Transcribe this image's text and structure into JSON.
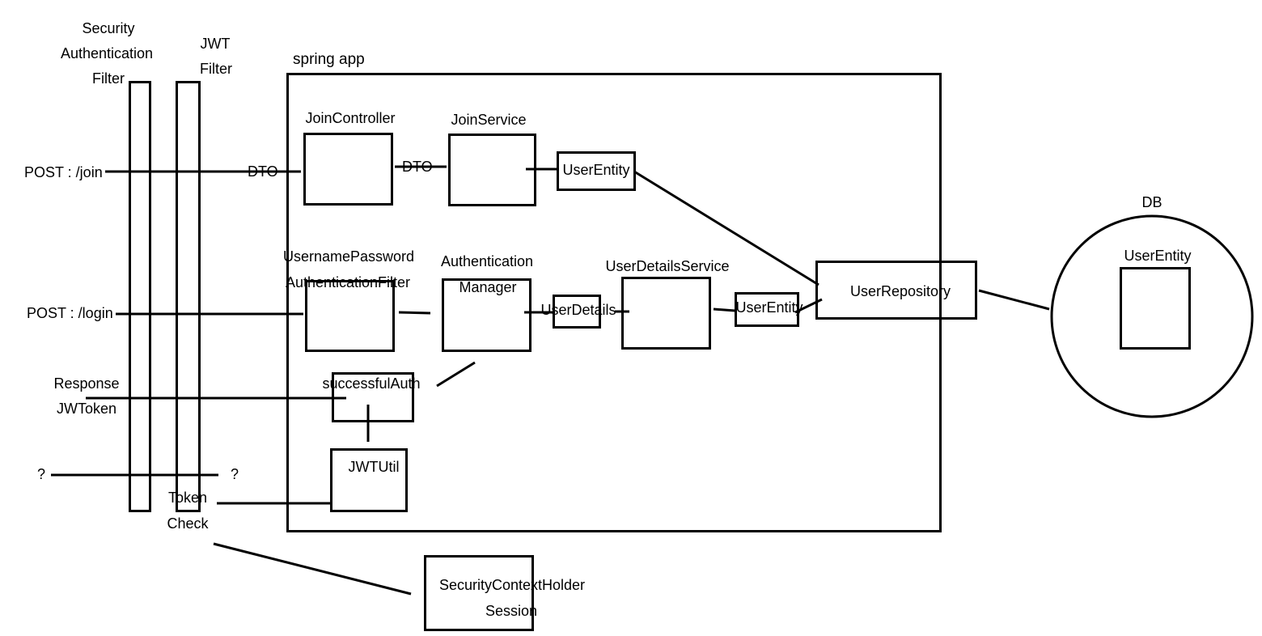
{
  "filters": {
    "security_line1": "Security",
    "security_line2": "Authentication",
    "security_line3": "Filter",
    "jwt_line1": "JWT",
    "jwt_line2": "Filter"
  },
  "requests": {
    "join": "POST : /join",
    "login": "POST : /login",
    "response_line1": "Response",
    "response_line2": "JWToken",
    "unknown_left": "?",
    "unknown_right": "?",
    "token_check_line1": "Token",
    "token_check_line2": "Check"
  },
  "app": {
    "title": "spring app",
    "join_controller": "JoinController",
    "dto_1": "DTO",
    "dto_2": "DTO",
    "join_service": "JoinService",
    "user_entity_1": "UserEntity",
    "upaf_line1": "UsernamePassword",
    "upaf_line2": "AuthenticationFilter",
    "auth_manager_line1": "Authentication",
    "auth_manager_line2": "Manager",
    "user_details": "UserDetails",
    "user_details_service": "UserDetailsService",
    "user_entity_2": "UserEntity",
    "user_repository": "UserRepository",
    "successful_auth": "successfulAuth",
    "jwt_util": "JWTUtil"
  },
  "db": {
    "title": "DB",
    "user_entity": "UserEntity"
  },
  "context": {
    "line1": "SecurityContextHolder",
    "line2": "Session"
  }
}
